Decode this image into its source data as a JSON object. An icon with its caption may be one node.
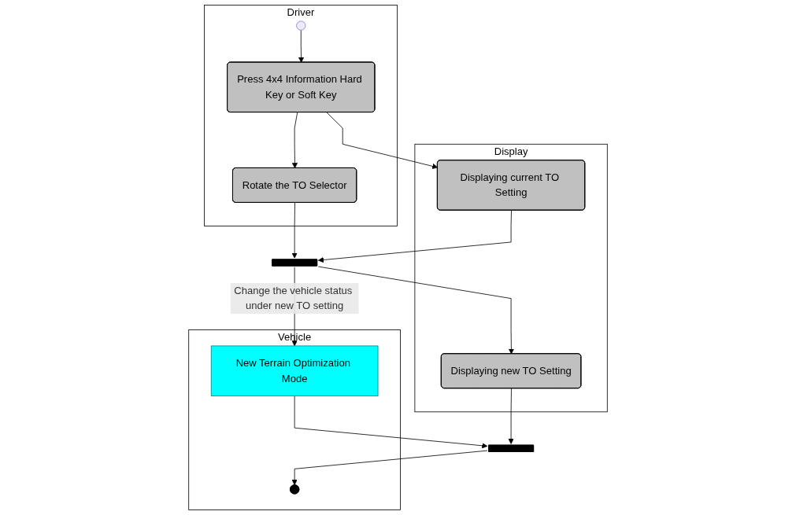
{
  "diagram": {
    "nodes": [
      {
        "text": [
          "Driver"
        ]
      },
      {
        "text": [
          "Vehicle"
        ]
      },
      {
        "text": [
          "Display"
        ]
      },
      {
        "text": [],
        "shape": "circle",
        "in": 0
      },
      {
        "text": [
          "Press 4x4 Information Hard Key or Soft Key"
        ],
        "in": 0
      },
      {
        "text": [
          "Rotate the TO Selector"
        ],
        "in": 0
      },
      {
        "text": [
          "Displaying current TO Setting"
        ],
        "in": 2
      },
      {
        "text": [],
        "shape": "bar"
      },
      {
        "text": [
          "New Terrain Optimization Mode"
        ],
        "in": 1
      },
      {
        "text": [
          "Displaying new TO Setting"
        ],
        "in": 2
      },
      {
        "text": [],
        "shape": "bar"
      },
      {
        "text": [],
        "shape": "circle",
        "in": 1
      }
    ],
    "edges": [
      {
        "from": 3,
        "to": 4,
        "arrow": "to"
      },
      {
        "from": 4,
        "to": 5,
        "arrow": "to"
      },
      {
        "from": 4,
        "to": 6,
        "arrow": "to"
      },
      {
        "from": 5,
        "to": 7,
        "arrow": "to"
      },
      {
        "from": 6,
        "to": 7,
        "arrow": "to"
      },
      {
        "from": 7,
        "to": 8,
        "arrow": "to",
        "label": "Change the vehicle status under new TO setting"
      },
      {
        "from": 7,
        "to": 9,
        "arrow": "to"
      },
      {
        "from": 8,
        "to": 10,
        "arrow": "to"
      },
      {
        "from": 9,
        "to": 10,
        "arrow": "to"
      },
      {
        "from": 10,
        "to": 11,
        "arrow": "to"
      }
    ]
  }
}
